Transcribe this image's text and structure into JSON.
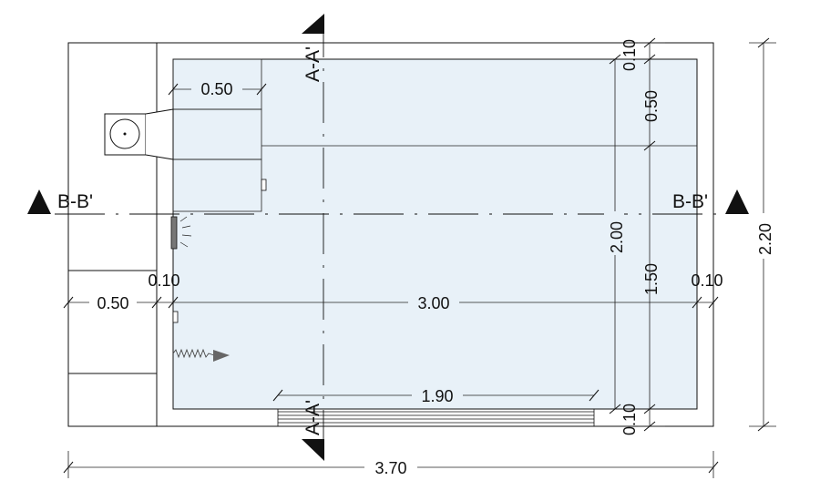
{
  "colors": {
    "room_fill": "#e8f1f8",
    "line": "#111111",
    "arrow": "#666666"
  },
  "section_labels": {
    "bb_left": "B-B'",
    "bb_right": "B-B'",
    "aa_top": "A-A'",
    "aa_bottom": "A-A'"
  },
  "dimensions": {
    "d_050_top": "0.50",
    "d_010_left": "0.10",
    "d_050_left": "0.50",
    "d_300": "3.00",
    "d_010_right": "0.10",
    "d_190": "1.90",
    "d_370": "3.70",
    "d_010_top_right": "0.10",
    "d_050_right": "0.50",
    "d_200": "2.00",
    "d_150": "1.50",
    "d_010_bottom_right": "0.10",
    "d_220": "2.20"
  }
}
